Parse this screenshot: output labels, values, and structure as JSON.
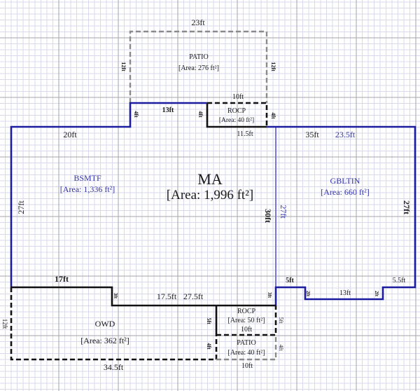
{
  "colors": {
    "primary_wall": "#1c1ca0",
    "interior_wall": "#7878d8",
    "secondary_wall": "#111111",
    "patio_outline": "#8a8a8a",
    "blue_label": "#3434a8",
    "grid_minor": "#d9d9ee",
    "grid_major": "#a6a6ad"
  },
  "rooms": {
    "patio_top": {
      "name": "PATIO",
      "area": "[Area: 276 ft²]"
    },
    "rocp_top": {
      "name": "ROCP",
      "area": "[Area: 40 ft²]"
    },
    "bsmtf": {
      "name": "BSMTF",
      "area": "[Area: 1,336 ft²]"
    },
    "ma": {
      "name": "MA",
      "area": "[Area: 1,996 ft²]"
    },
    "gbltin": {
      "name": "GBLTIN",
      "area": "[Area: 660 ft²]"
    },
    "owd": {
      "name": "OWD",
      "area": "[Area: 362 ft²]"
    },
    "rocp_bottom": {
      "name": "ROCP",
      "area": "[Area: 50 ft²]"
    },
    "patio_bottom": {
      "name": "PATIO",
      "area": "[Area: 40 ft²]"
    }
  },
  "dimensions": {
    "patio_top_width": "23ft",
    "patio_top_left": "12ft",
    "patio_top_right": "12ft",
    "rocp_top_width": "10ft",
    "step_left_height": "4ft",
    "ma_top_segment": "13ft",
    "rocp_top_left": "4ft",
    "rocp_top_right": "4ft",
    "rocp_top_bottom": "11.5ft",
    "bsmtf_top": "20ft",
    "ma_top_right": "35ft",
    "gbltin_top": "23.5ft",
    "bsmtf_left": "27ft",
    "ma_right": "30ft",
    "gbltin_left": "27ft",
    "gbltin_right": "27ft",
    "bsmtf_bottom": "17ft",
    "bsmtf_step": "3ft",
    "ma_bottom_left": "17.5ft",
    "ma_bottom_right": "27.5ft",
    "ma_right_step": "3ft",
    "gbltin_bottom_left": "5ft",
    "gbltin_step_left": "2ft",
    "gbltin_bottom_mid": "13ft",
    "gbltin_step_right": "2ft",
    "gbltin_bottom_right": "5.5ft",
    "owd_left": "12ft",
    "owd_right_upper": "5ft",
    "owd_right_lower": "4ft",
    "owd_bottom": "34.5ft",
    "rocp_bottom_right": "5ft",
    "rocp_bottom_width": "10ft",
    "patio_bottom_right": "4ft",
    "patio_bottom_width": "10ft"
  }
}
